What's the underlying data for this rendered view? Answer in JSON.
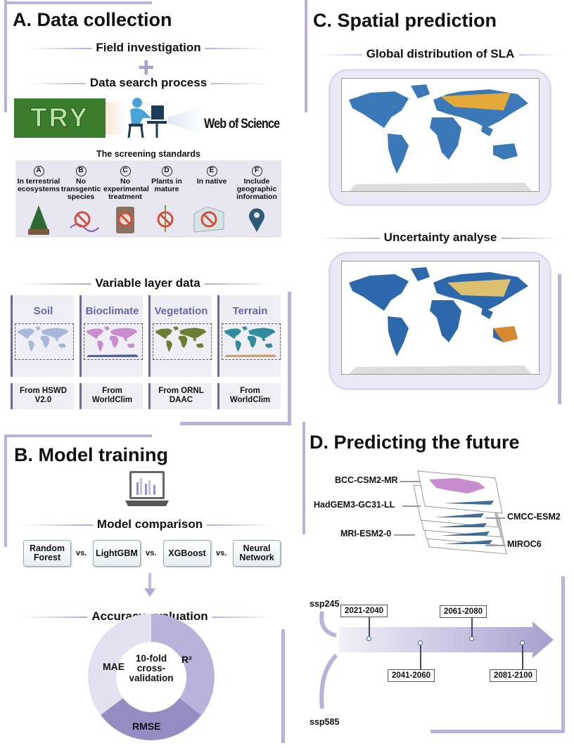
{
  "panelA": {
    "title": "A. Data collection",
    "field": "Field investigation",
    "plus": "+",
    "search": "Data search process",
    "try_logo": "TRY",
    "wos": "Web of Science",
    "screening_title": "The screening standards",
    "standards": [
      {
        "letter": "A",
        "text": "In terrestrial ecosystems"
      },
      {
        "letter": "B",
        "text": "No transgentic species"
      },
      {
        "letter": "C",
        "text": "No experimental treatment"
      },
      {
        "letter": "D",
        "text": "Plants in mature"
      },
      {
        "letter": "E",
        "text": "In native"
      },
      {
        "letter": "F",
        "text": "Include geographic information"
      }
    ],
    "variable_title": "Variable layer data",
    "variables": [
      {
        "name": "Soil",
        "source": "From HSWD V2.0"
      },
      {
        "name": "Bioclimate",
        "source": "From WorldClim"
      },
      {
        "name": "Vegetation",
        "source": "From ORNL DAAC"
      },
      {
        "name": "Terrain",
        "source": "From WorldClim"
      }
    ]
  },
  "panelB": {
    "title": "B. Model training",
    "comparison": "Model comparison",
    "models": [
      "Random Forest",
      "LightGBM",
      "XGBoost",
      "Neural Network"
    ],
    "vs": "vs.",
    "accuracy": "Accuracy evaluation",
    "metrics": {
      "mae": "MAE",
      "r2": "R²",
      "rmse": "RMSE",
      "center": "10-fold cross-validation"
    }
  },
  "panelC": {
    "title": "C. Spatial prediction",
    "map1_title": "Global distribution of SLA",
    "map2_title": "Uncertainty analyse"
  },
  "panelD": {
    "title": "D. Predicting the future",
    "gcms": [
      "BCC-CSM2-MR",
      "HadGEM3-GC31-LL",
      "CMCC-ESM2",
      "MRI-ESM2-0",
      "MIROC6"
    ],
    "scenarios": [
      "ssp245",
      "ssp585"
    ],
    "periods": [
      "2021-2040",
      "2041-2060",
      "2061-2080",
      "2081-2100"
    ]
  },
  "colors": {
    "accent": "#b9b2da",
    "label": "#6866a3",
    "donut_light": "#e3e0f0",
    "donut_mid": "#b9b2da",
    "donut_dark": "#958dc2"
  }
}
